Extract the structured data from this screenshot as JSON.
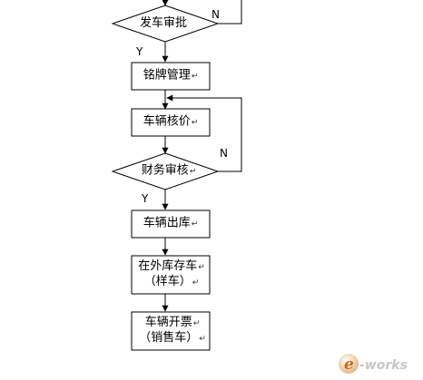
{
  "nodes": {
    "approve_dispatch": "发车审批",
    "nameplate_mgmt": "铭牌管理",
    "vehicle_pricing": "车辆核价",
    "finance_review": "财务审核",
    "vehicle_outbound": "车辆出库",
    "external_storage_line1": "在外库存车",
    "external_storage_line2": "（样车）",
    "invoice_line1": "车辆开票",
    "invoice_line2": "（销售车）"
  },
  "branches": {
    "yes": "Y",
    "no": "N"
  },
  "return_mark": "↵",
  "watermark": {
    "letter": "e",
    "text": "-works"
  }
}
